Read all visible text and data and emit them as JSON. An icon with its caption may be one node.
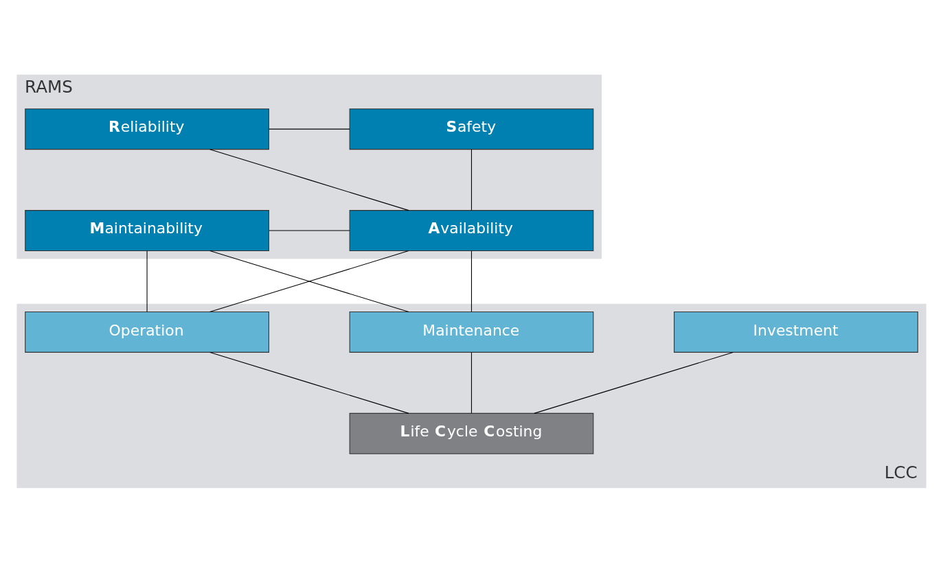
{
  "diagram": {
    "nodes": [
      {
        "text": [
          "RAMS"
        ]
      },
      {
        "text": [
          "**R**eliability"
        ],
        "in": 0
      },
      {
        "text": [
          "**S**afety"
        ],
        "in": 0
      },
      {
        "text": [
          "**M**aintainability"
        ],
        "in": 0
      },
      {
        "text": [
          "**A**vailability"
        ],
        "in": 0
      },
      {
        "text": [
          "LCC"
        ]
      },
      {
        "text": [
          "Investment"
        ],
        "in": 5
      },
      {
        "text": [
          "Maintenance"
        ],
        "in": 5
      },
      {
        "text": [
          "Operation"
        ],
        "in": 5
      },
      {
        "text": [
          "**L**ife **C**ycle **C**osting"
        ],
        "in": 5
      }
    ],
    "edges": [
      {
        "from": 1,
        "to": 2,
        "arrow": "none"
      },
      {
        "from": 1,
        "to": 4,
        "arrow": "none"
      },
      {
        "from": 2,
        "to": 4,
        "arrow": "none"
      },
      {
        "from": 3,
        "to": 4,
        "arrow": "none"
      },
      {
        "from": 3,
        "to": 7,
        "arrow": "none"
      },
      {
        "from": 3,
        "to": 8,
        "arrow": "none"
      },
      {
        "from": 4,
        "to": 7,
        "arrow": "none"
      },
      {
        "from": 4,
        "to": 8,
        "arrow": "none"
      },
      {
        "from": 6,
        "to": 9,
        "arrow": "none"
      },
      {
        "from": 7,
        "to": 9,
        "arrow": "none"
      },
      {
        "from": 8,
        "to": 9,
        "arrow": "none"
      }
    ]
  }
}
